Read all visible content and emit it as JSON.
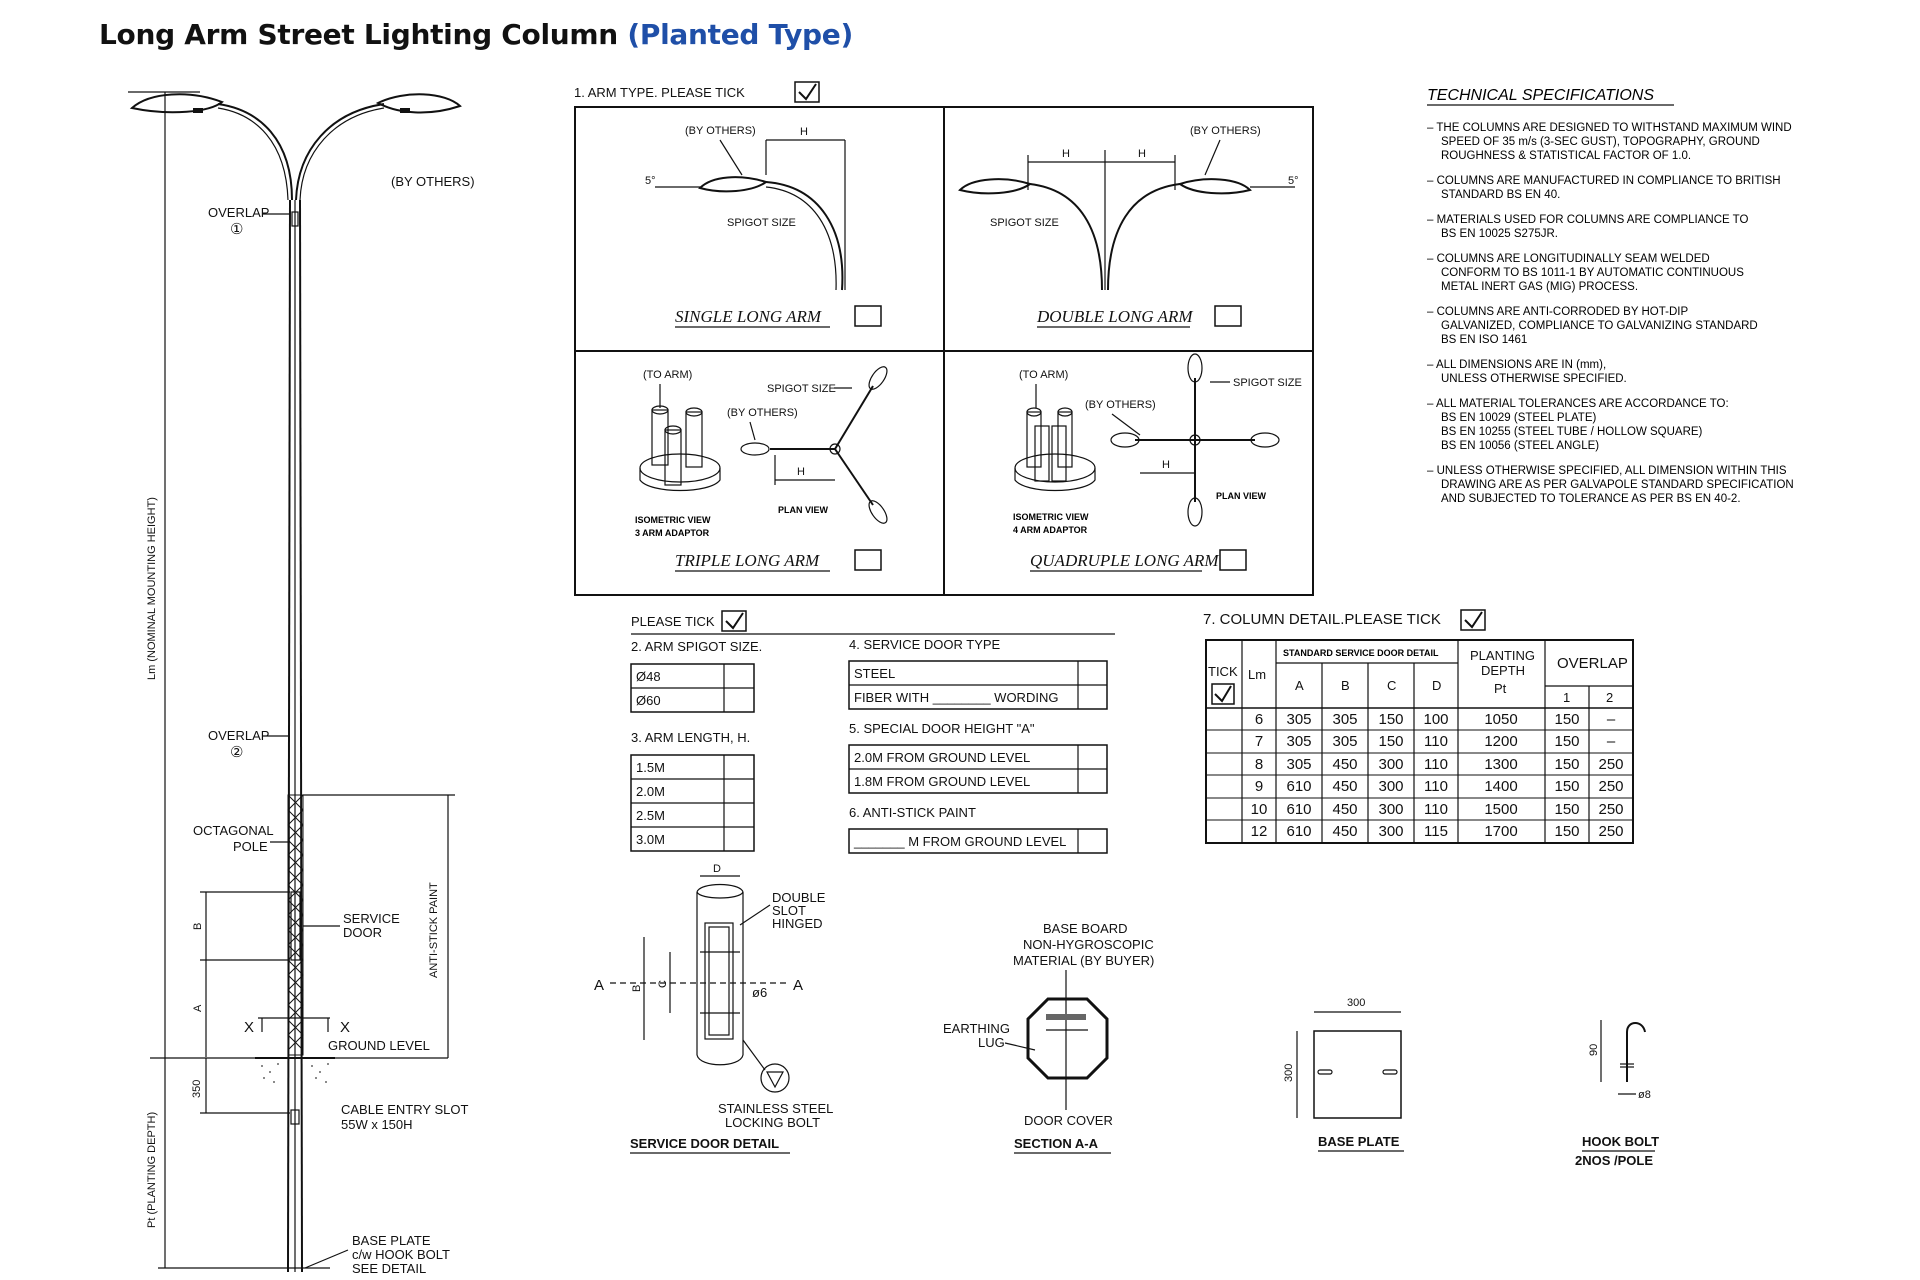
{
  "title": {
    "main": "Long Arm Street Lighting Column",
    "sub": "(Planted Type)"
  },
  "pole": {
    "by_others": "(BY OTHERS)",
    "overlap1": "OVERLAP",
    "overlap1_num": "①",
    "overlap2": "OVERLAP",
    "overlap2_num": "②",
    "lm_label": "Lm (NOMINAL MOUNTING HEIGHT)",
    "octagonal": "OCTAGONAL",
    "pole": "POLE",
    "b": "B",
    "a": "A",
    "service": "SERVICE",
    "door": "DOOR",
    "anti_stick": "ANTI-STICK PAINT",
    "x_left": "X",
    "x_right": "X",
    "ground_level": "GROUND LEVEL",
    "dim_350": "350",
    "cable_entry": "CABLE ENTRY SLOT",
    "cable_size": "55W x 150H",
    "pt_label": "Pt (PLANTING DEPTH)",
    "base_plate1": "BASE PLATE",
    "base_plate2": "c/w HOOK BOLT",
    "base_plate3": "SEE DETAIL"
  },
  "arm_type": {
    "heading": "1. ARM TYPE. PLEASE TICK",
    "by_others": "(BY OTHERS)",
    "h": "H",
    "five_deg": "5°",
    "spigot_size": "SPIGOT SIZE",
    "single": "SINGLE LONG ARM",
    "double": "DOUBLE LONG ARM",
    "triple": "TRIPLE LONG ARM",
    "quadruple": "QUADRUPLE LONG ARM",
    "to_arm": "(TO ARM)",
    "plan_view": "PLAN VIEW",
    "iso_view": "ISOMETRIC VIEW",
    "adaptor3": "3 ARM ADAPTOR",
    "adaptor4": "4 ARM ADAPTOR"
  },
  "options": {
    "please_tick": "PLEASE TICK",
    "spigot_heading": "2. ARM SPIGOT SIZE.",
    "spigot": [
      "Ø48",
      "Ø60"
    ],
    "length_heading": "3. ARM LENGTH, H.",
    "lengths": [
      "1.5M",
      "2.0M",
      "2.5M",
      "3.0M"
    ],
    "door_type_heading": "4. SERVICE DOOR TYPE",
    "door_types": [
      "STEEL",
      "FIBER WITH ________ WORDING"
    ],
    "door_height_heading": "5. SPECIAL DOOR HEIGHT \"A\"",
    "door_heights": [
      "2.0M FROM GROUND LEVEL",
      "1.8M FROM GROUND LEVEL"
    ],
    "paint_heading": "6. ANTI-STICK PAINT",
    "paint": "_______ M FROM GROUND LEVEL"
  },
  "column_detail": {
    "heading": "7. COLUMN DETAIL.PLEASE TICK",
    "col_tick": "TICK",
    "col_lm": "Lm",
    "group_header": "STANDARD SERVICE DOOR DETAIL",
    "col_a": "A",
    "col_b": "B",
    "col_c": "C",
    "col_d": "D",
    "planting1": "PLANTING",
    "planting2": "DEPTH",
    "planting3": "Pt",
    "overlap": "OVERLAP",
    "overlap1": "1",
    "overlap2": "2",
    "rows": [
      [
        "6",
        "305",
        "305",
        "150",
        "100",
        "1050",
        "150",
        "–"
      ],
      [
        "7",
        "305",
        "305",
        "150",
        "110",
        "1200",
        "150",
        "–"
      ],
      [
        "8",
        "305",
        "450",
        "300",
        "110",
        "1300",
        "150",
        "250"
      ],
      [
        "9",
        "610",
        "450",
        "300",
        "110",
        "1400",
        "150",
        "250"
      ],
      [
        "10",
        "610",
        "450",
        "300",
        "110",
        "1500",
        "150",
        "250"
      ],
      [
        "12",
        "610",
        "450",
        "300",
        "115",
        "1700",
        "150",
        "250"
      ]
    ]
  },
  "specs": {
    "heading": "TECHNICAL SPECIFICATIONS",
    "items": [
      [
        "–  THE COLUMNS ARE DESIGNED TO WITHSTAND MAXIMUM WIND",
        "SPEED OF 35 m/s (3-SEC GUST), TOPOGRAPHY, GROUND",
        "ROUGHNESS & STATISTICAL FACTOR OF 1.0."
      ],
      [
        "–  COLUMNS ARE MANUFACTURED IN COMPLIANCE TO BRITISH",
        "STANDARD BS EN 40."
      ],
      [
        "–  MATERIALS USED FOR COLUMNS ARE COMPLIANCE TO",
        "BS EN 10025 S275JR."
      ],
      [
        "–  COLUMNS ARE LONGITUDINALLY SEAM WELDED",
        "CONFORM TO BS 1011-1 BY AUTOMATIC CONTINUOUS",
        "METAL INERT GAS (MIG) PROCESS."
      ],
      [
        "–  COLUMNS ARE ANTI-CORRODED BY HOT-DIP",
        "GALVANIZED, COMPLIANCE TO GALVANIZING STANDARD",
        "BS EN ISO 1461"
      ],
      [
        "–  ALL DIMENSIONS ARE IN (mm),",
        "UNLESS OTHERWISE SPECIFIED."
      ],
      [
        "–  ALL MATERIAL TOLERANCES ARE ACCORDANCE TO:",
        "BS EN 10029 (STEEL PLATE)",
        "BS EN 10255 (STEEL TUBE / HOLLOW SQUARE)",
        "BS EN 10056 (STEEL ANGLE)"
      ],
      [
        "–  UNLESS OTHERWISE SPECIFIED, ALL DIMENSION WITHIN THIS",
        "DRAWING ARE AS PER GALVAPOLE STANDARD SPECIFICATION",
        "AND SUBJECTED TO TOLERANCE AS PER BS EN 40-2."
      ]
    ]
  },
  "service_door": {
    "d": "D",
    "double1": "DOUBLE",
    "double2": "SLOT",
    "double3": "HINGED",
    "a_left": "A",
    "a_right": "A",
    "b": "B",
    "c": "C",
    "phi6": "ø6",
    "bolt1": "STAINLESS STEEL",
    "bolt2": "LOCKING BOLT",
    "title": "SERVICE DOOR DETAIL"
  },
  "section": {
    "base1": "BASE BOARD",
    "base2": "NON-HYGROSCOPIC",
    "base3": "MATERIAL (BY BUYER)",
    "earth1": "EARTHING",
    "earth2": "LUG",
    "cover": "DOOR COVER",
    "title": "SECTION A-A"
  },
  "base_plate": {
    "w": "300",
    "h": "300",
    "title": "BASE PLATE"
  },
  "hook_bolt": {
    "h": "90",
    "d": "ø8",
    "title1": "HOOK BOLT",
    "title2": "2NOS /POLE"
  }
}
